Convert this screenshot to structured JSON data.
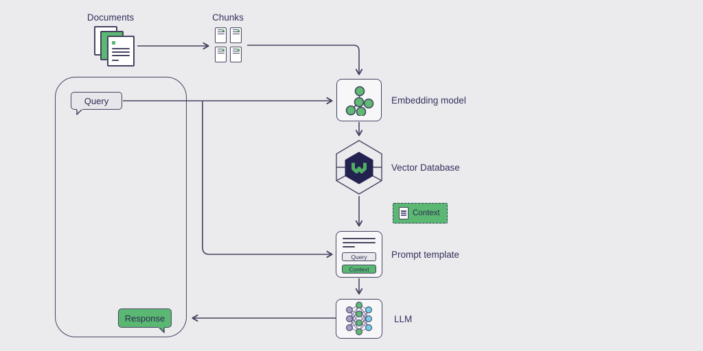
{
  "diagram": {
    "documents": {
      "label": "Documents"
    },
    "chunks": {
      "label": "Chunks"
    },
    "query_bubble": {
      "label": "Query"
    },
    "response_bubble": {
      "label": "Response"
    },
    "embedding_model": {
      "label": "Embedding model"
    },
    "vector_database": {
      "label": "Vector Database"
    },
    "context_badge": {
      "label": "Context"
    },
    "prompt_template": {
      "label": "Prompt template",
      "query_chip": "Query",
      "context_chip": "Context"
    },
    "llm": {
      "label": "LLM"
    }
  },
  "icons": {
    "documents": "document-stack-icon",
    "chunks": "chunk-grid-icon",
    "embedding_model": "graph-nodes-icon",
    "vector_database": "weaviate-hexagon-icon",
    "context_badge": "document-lines-icon",
    "llm": "neural-network-icon"
  },
  "colors": {
    "background": "#ebebee",
    "line": "#45435f",
    "text": "#33315b",
    "green": "#5ab873",
    "node_green": "#5fbb74",
    "dark_navy_hexagon": "#23214f",
    "purple_node": "#a39fc5",
    "cyan_node": "#74cfe9",
    "bubble_gray": "#e7e7eb",
    "box_fill": "#f7f7f9"
  }
}
